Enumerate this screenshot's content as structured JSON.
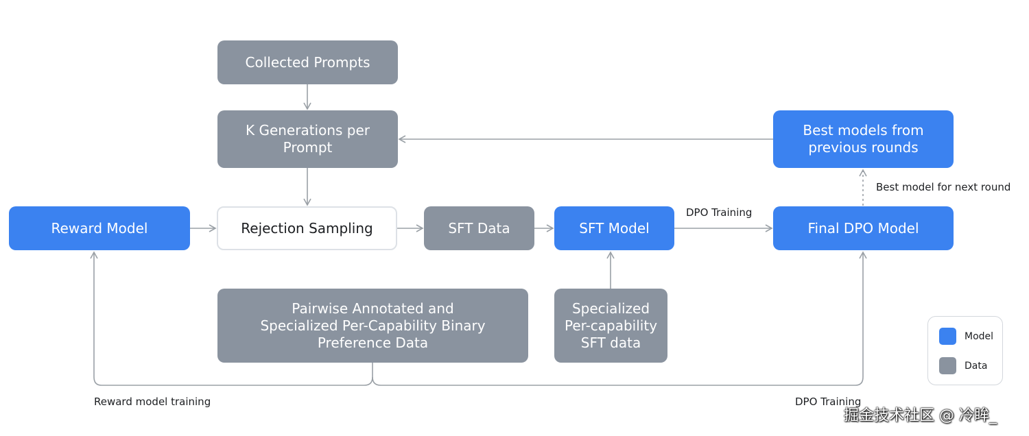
{
  "nodes": {
    "collected_prompts": "Collected Prompts",
    "k_generations": [
      "K Generations per",
      "Prompt"
    ],
    "best_models": [
      "Best models from",
      "previous rounds"
    ],
    "reward_model": "Reward Model",
    "rejection_sampling": "Rejection Sampling",
    "sft_data": "SFT Data",
    "sft_model": "SFT Model",
    "final_dpo_model": "Final DPO Model",
    "pairwise_data": [
      "Pairwise Annotated and",
      "Specialized Per-Capability Binary",
      "Preference Data"
    ],
    "specialized_sft": [
      "Specialized",
      "Per-capability",
      "SFT data"
    ]
  },
  "edge_labels": {
    "dpo_training_top": "DPO Training",
    "best_model_next_round": "Best model for next round",
    "reward_model_training": "Reward model training",
    "dpo_training_bottom": "DPO Training"
  },
  "legend": {
    "model_label": "Model",
    "data_label": "Data"
  },
  "colors": {
    "model": "#3b82f0",
    "data": "#8a939f",
    "arrow": "#9aa0a6"
  },
  "watermark": "掘金技术社区 @ 冷眸_"
}
